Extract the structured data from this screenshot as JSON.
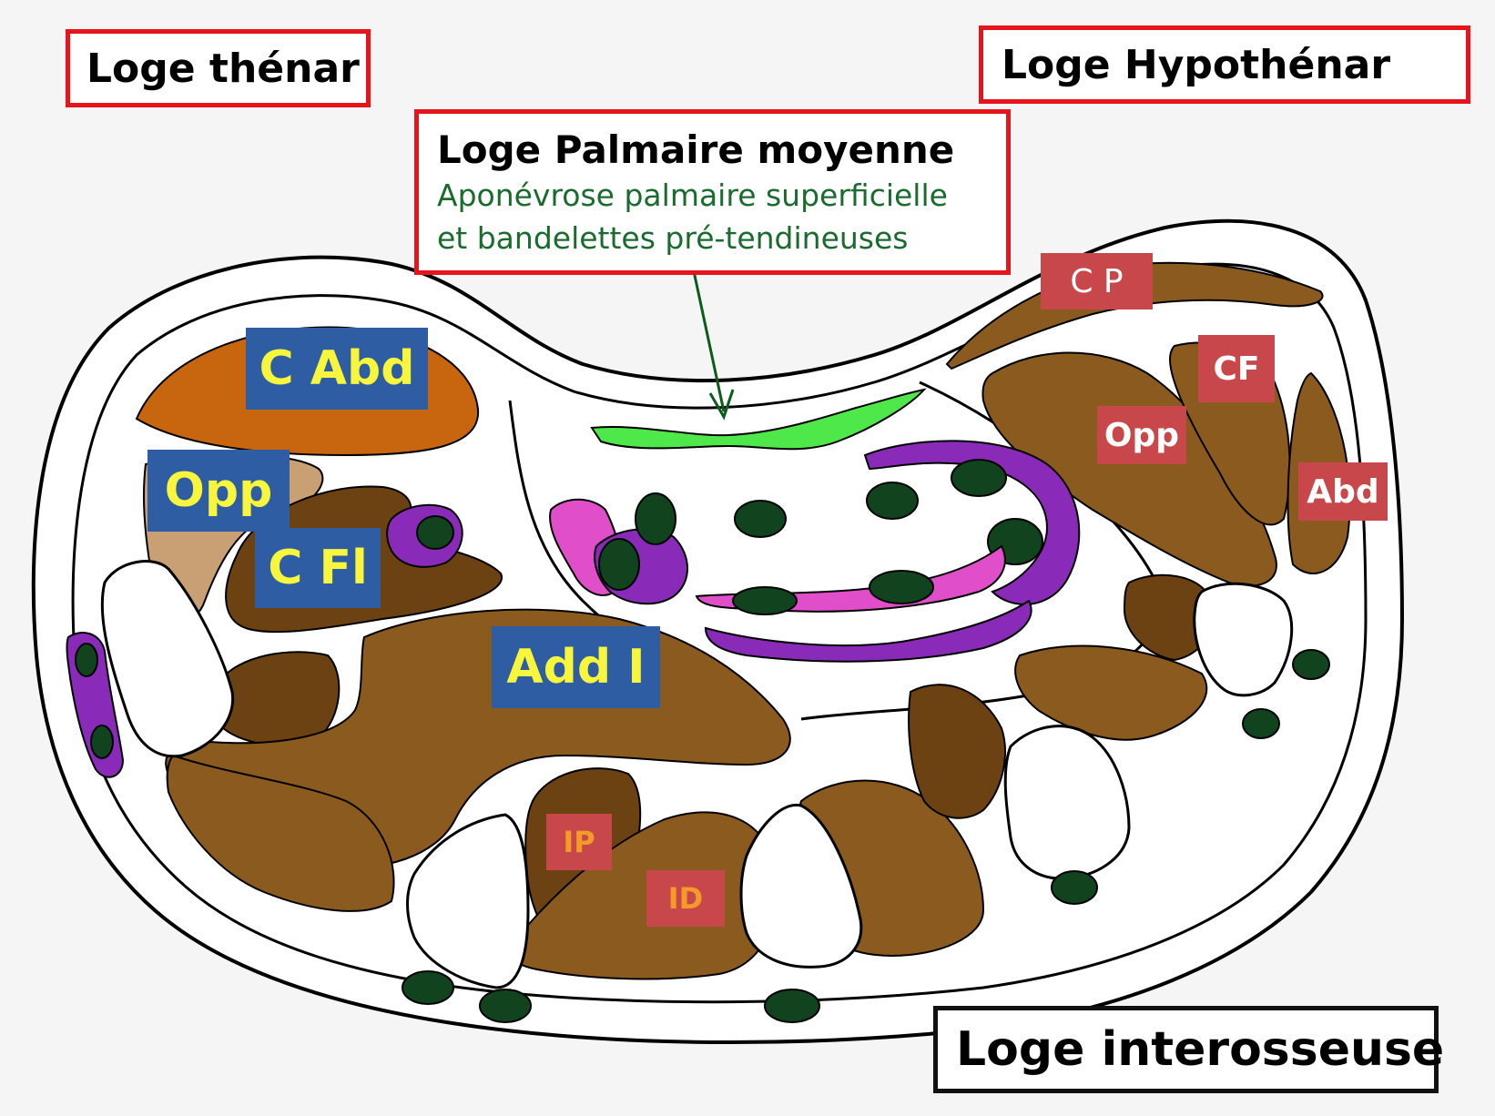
{
  "headers": {
    "thenar": "Loge thénar",
    "hypothenar": "Loge Hypothénar",
    "palmaire_title": "Loge Palmaire moyenne",
    "palmaire_line1": "Aponévrose palmaire superficielle",
    "palmaire_line2": "et bandelettes pré-tendineuses",
    "interosseuse": "Loge interosseuse"
  },
  "labels": {
    "c_abd": "C Abd",
    "opp_thenar": "Opp",
    "c_fl": "C Fl",
    "add_i": "Add I",
    "cp": "C P",
    "cf": "CF",
    "opp_hypo": "Opp",
    "abd": "Abd",
    "ip": "IP",
    "id": "ID"
  },
  "colors": {
    "header_border": "#e8141b",
    "interosseuse_border": "#111111",
    "blue_label_bg": "#2e5da3",
    "blue_label_text": "#f7f53c",
    "red_label_bg": "#c8474a",
    "palmaire_subtext": "#1a6b2e",
    "aponeurosis": "#4ee84a",
    "nerve_purple": "#8a2ab8",
    "nerve_pink": "#e04ec9",
    "vessel": "#12431f",
    "muscle": "#8b5a1f"
  }
}
